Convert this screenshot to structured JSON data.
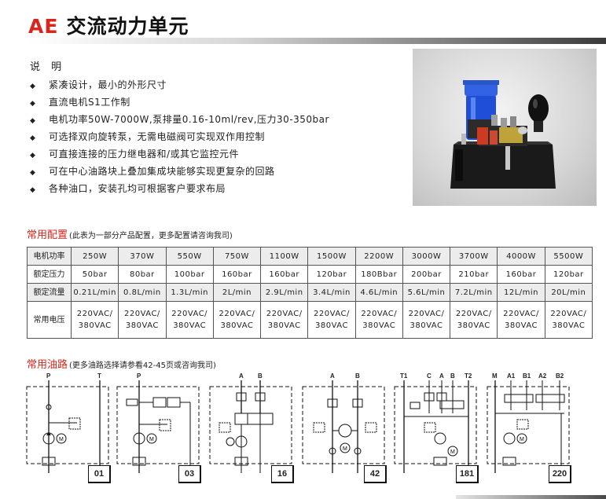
{
  "header": {
    "code": "AE",
    "title": "交流动力单元"
  },
  "description": {
    "heading": "说 明",
    "items": [
      "紧凑设计，最小的外形尺寸",
      "直流电机S1工作制",
      "电机功率50W-7000W,泵排量0.16-10ml/rev,压力30-350bar",
      "可选择双向旋转泵，无需电磁阀可实现双作用控制",
      "可直接连接的压力继电器和/或其它监控元件",
      "可在中心油路块上叠加集成块能够实现更复杂的回路",
      "各种油口，安装孔均可根据客户要求布局"
    ]
  },
  "config_section": {
    "title": "常用配置",
    "note": "(此表为一部分产品配置，更多配置请咨询我司)"
  },
  "config_table": {
    "rows": [
      {
        "label": "电机功率",
        "cells": [
          "250W",
          "370W",
          "550W",
          "750W",
          "1100W",
          "1500W",
          "2200W",
          "3000W",
          "3700W",
          "4000W",
          "5500W"
        ]
      },
      {
        "label": "额定压力",
        "cells": [
          "50bar",
          "80bar",
          "100bar",
          "160bar",
          "160bar",
          "120bar",
          "180Bbar",
          "200bar",
          "210bar",
          "160bar",
          "120bar"
        ]
      },
      {
        "label": "额定流量",
        "cells": [
          "0.21L/min",
          "0.8L/min",
          "1.3L/min",
          "2L/min",
          "2.9L/min",
          "3.4L/min",
          "4.6L/min",
          "5.6L/min",
          "7.2L/min",
          "12L/min",
          "20L/min"
        ]
      },
      {
        "label": "常用电压",
        "cells": [
          "220VAC/\n380VAC",
          "220VAC/\n380VAC",
          "220VAC/\n380VAC",
          "220VAC/\n380VAC",
          "220VAC/\n380VAC",
          "220VAC/\n380VAC",
          "220VAC/\n380VAC",
          "220VAC/\n380VAC",
          "220VAC/\n380VAC",
          "220VAC/\n380VAC",
          "220VAC/\n380VAC"
        ]
      }
    ]
  },
  "circuit_section": {
    "title": "常用油路",
    "note": "(更多油路选择请参看42-45页或咨询我司)"
  },
  "circuits": [
    {
      "number": "01",
      "ports": [
        "P",
        "T"
      ]
    },
    {
      "number": "03",
      "ports": [
        "P"
      ]
    },
    {
      "number": "16",
      "ports": [
        "A",
        "B"
      ]
    },
    {
      "number": "42",
      "ports": [
        "A",
        "B"
      ]
    },
    {
      "number": "181",
      "ports": [
        "T1",
        "C",
        "A",
        "B",
        "T2"
      ]
    },
    {
      "number": "220",
      "ports": [
        "M",
        "A1",
        "B1",
        "A2",
        "B2"
      ]
    }
  ]
}
